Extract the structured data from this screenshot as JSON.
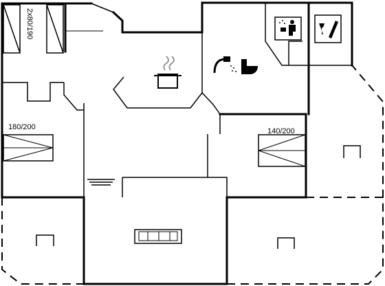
{
  "labels": {
    "bunk_bed": "2x80/190",
    "bed_left": "180/200",
    "bed_right": "140/200"
  },
  "icons": {
    "kitchen": "cooking-pot-icon",
    "shower": "shower-icon",
    "toilet": "toilet-icon",
    "sauna": "sauna-icon",
    "wine": "wine-bottle-glass-icon",
    "sofa": "sofa-icon",
    "fireplace": "wood-stove-icon",
    "terrace_chairs": "garden-chair-icon"
  }
}
